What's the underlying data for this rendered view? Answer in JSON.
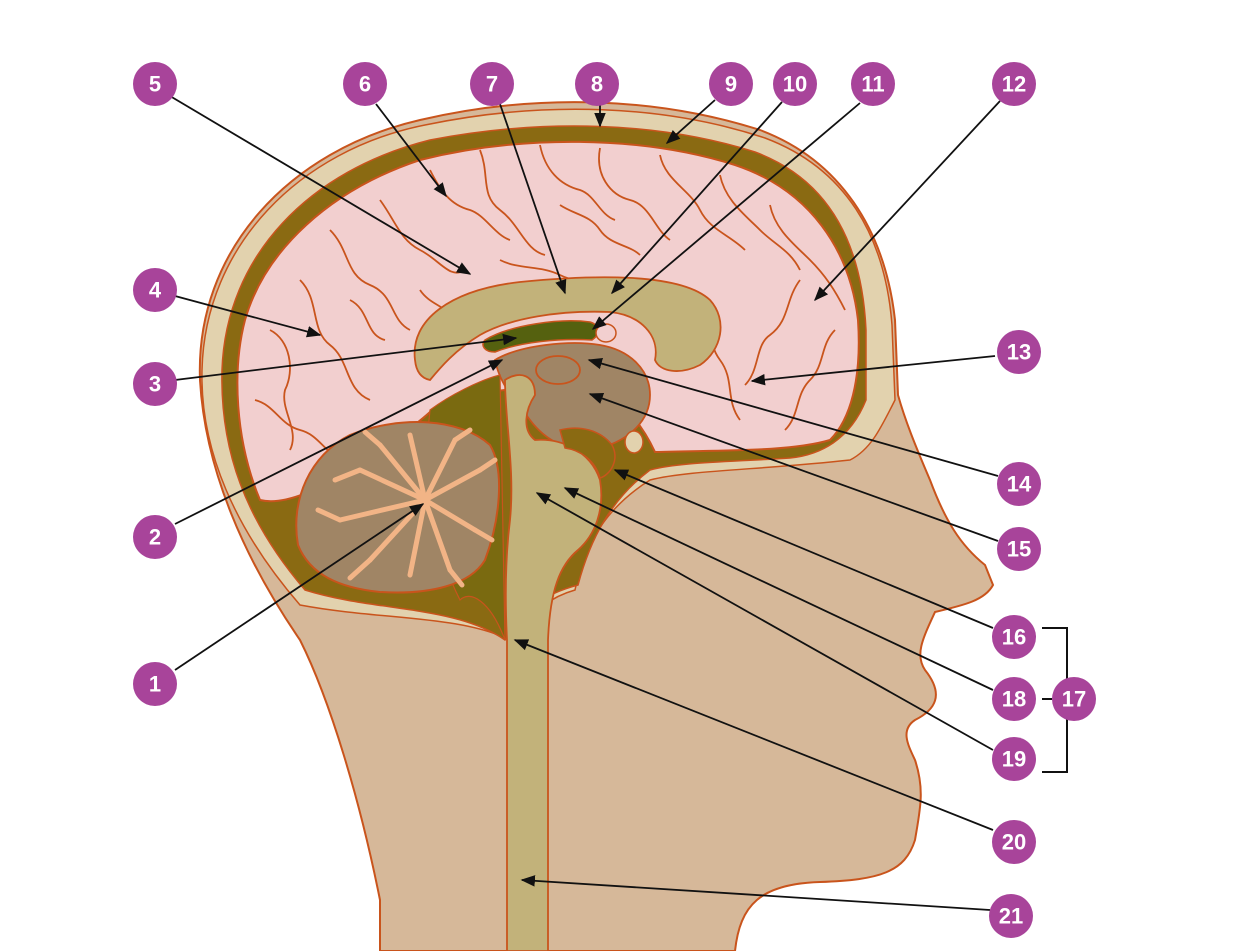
{
  "figure": {
    "subject": "mid-sagittal section of the human head and brain",
    "colors": {
      "marker": "#a8449a",
      "marker_text": "#ffffff",
      "skin": "#d6b899",
      "skin_outline": "#c9541c",
      "skull_bone": "#e2d2ae",
      "dura": "#8a6a12",
      "cerebrum": "#f2cfcf",
      "sulci": "#c9541c",
      "corpus_callosum": "#c2b27a",
      "thalamus": "#a08565",
      "ventricle": "#55610f",
      "brainstem": "#c2b27a",
      "cerebellum": "#a08565",
      "arbor_vitae": "#f2b486",
      "csf_space": "#7a6a10"
    }
  },
  "markers": [
    {
      "id": "m1",
      "label": "1"
    },
    {
      "id": "m2",
      "label": "2"
    },
    {
      "id": "m3",
      "label": "3"
    },
    {
      "id": "m4",
      "label": "4"
    },
    {
      "id": "m5",
      "label": "5"
    },
    {
      "id": "m6",
      "label": "6"
    },
    {
      "id": "m7",
      "label": "7"
    },
    {
      "id": "m8",
      "label": "8"
    },
    {
      "id": "m9",
      "label": "9"
    },
    {
      "id": "m10",
      "label": "10"
    },
    {
      "id": "m11",
      "label": "11"
    },
    {
      "id": "m12",
      "label": "12"
    },
    {
      "id": "m13",
      "label": "13"
    },
    {
      "id": "m14",
      "label": "14"
    },
    {
      "id": "m15",
      "label": "15"
    },
    {
      "id": "m16",
      "label": "16"
    },
    {
      "id": "m17",
      "label": "17"
    },
    {
      "id": "m18",
      "label": "18"
    },
    {
      "id": "m19",
      "label": "19"
    },
    {
      "id": "m20",
      "label": "20"
    },
    {
      "id": "m21",
      "label": "21"
    }
  ]
}
